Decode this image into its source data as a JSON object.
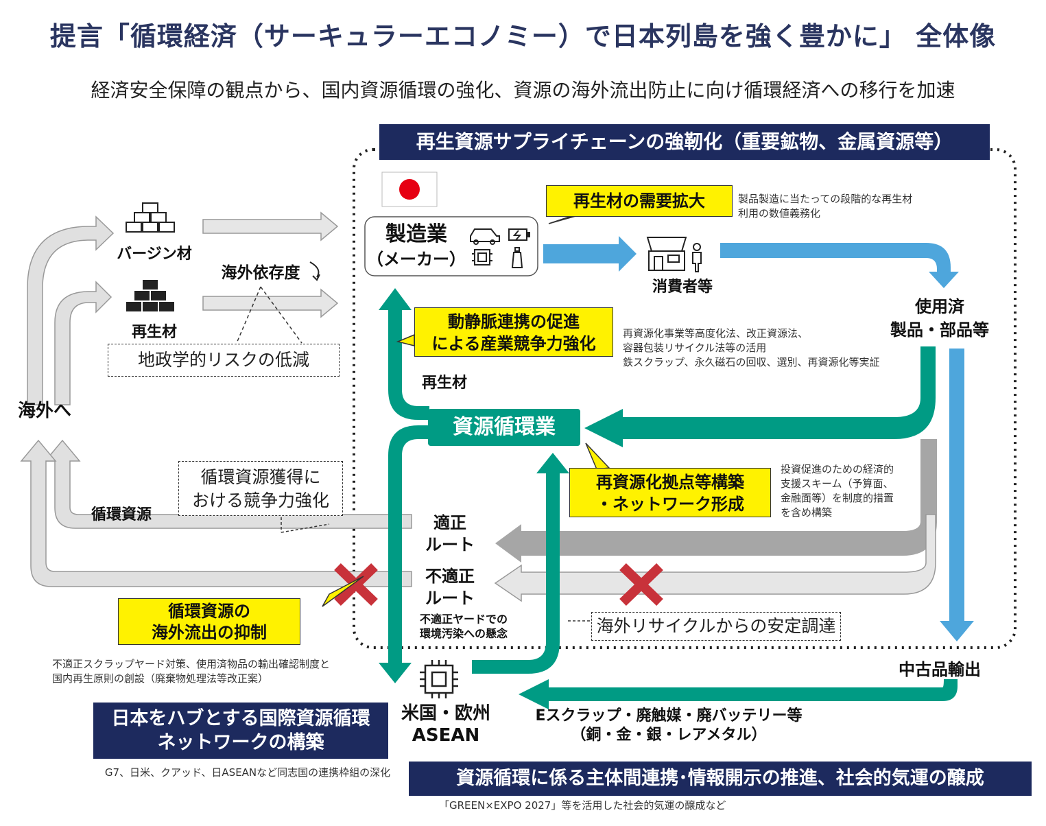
{
  "title": "提言「循環経済（サーキュラーエコノミー）で日本列島を強く豊かに」 全体像",
  "subtitle": "経済安全保障の観点から、国内資源循環の強化、資源の海外流出防止に向け循環経済への移行を加速",
  "supply_chain_band": "再生資源サプライチェーンの強靭化（重要鉱物、金属資源等）",
  "left": {
    "virgin": "バージン材",
    "recycled": "再生材",
    "dependency": "海外依存度",
    "geopolitical": "地政学的リスクの低減",
    "overseas": "海外へ",
    "circular_resources": "循環資源",
    "competitiveness_line1": "循環資源獲得に",
    "competitiveness_line2": "おける競争力強化",
    "outflow_line1": "循環資源の",
    "outflow_line2": "海外流出の抑制",
    "outflow_note_line1": "不適正スクラップヤード対策、使用済物品の輸出確認制度と",
    "outflow_note_line2": "国内再生原則の創設（廃棄物処理法等改正案）"
  },
  "japan": {
    "manufacturing_line1": "製造業",
    "manufacturing_line2": "（メーカー）",
    "demand": "再生材の需要拡大",
    "demand_note_line1": "製品製造に当たっての段階的な再生材",
    "demand_note_line2": "利用の数値義務化",
    "consumers": "消費者等",
    "used_line1": "使用済",
    "used_line2": "製品・部品等",
    "linkage_line1": "動静脈連携の促進",
    "linkage_line2": "による産業競争力強化",
    "linkage_note_line1": "再資源化事業等高度化法、改正資源法、",
    "linkage_note_line2": "容器包装リサイクル法等の活用",
    "linkage_note_line3": "鉄スクラップ、永久磁石の回収、選別、再資源化等実証",
    "recycled_material": "再生材",
    "recycling_industry": "資源循環業",
    "hub_line1": "再資源化拠点等構築",
    "hub_line2": "・ネットワーク形成",
    "hub_note_line1": "投資促進のための経済的",
    "hub_note_line2": "支援スキーム（予算面、",
    "hub_note_line3": "金融面等）を制度的措置",
    "hub_note_line4": "を含め構築",
    "proper_route_line1": "適正",
    "proper_route_line2": "ルート",
    "improper_route_line1": "不適正",
    "improper_route_line2": "ルート",
    "improper_note_line1": "不適正ヤードでの",
    "improper_note_line2": "環境汚染への懸念",
    "overseas_recycling": "海外リサイクルからの安定調達"
  },
  "bottom": {
    "used_export": "中古品輸出",
    "regions_line1": "米国・欧州",
    "regions_line2": "ASEAN",
    "escrap_line1": "Eスクラップ・廃触媒・廃バッテリー等",
    "escrap_line2": "（銅・金・銀・レアメタル）",
    "network_line1": "日本をハブとする国際資源循環",
    "network_line2": "ネットワークの構築",
    "network_note": "G7、日米、クアッド、日ASEANなど同志国の連携枠組の深化",
    "cooperation": "資源循環に係る主体間連携･情報開示の推進、社会的気運の醸成",
    "cooperation_note": "「GREEN×EXPO 2027」等を活用した社会的気運の醸成など"
  },
  "colors": {
    "navy": "#1d2a5e",
    "teal": "#009b84",
    "blue": "#4ea6dc",
    "yellow": "#fff200",
    "gray": "#a6a6a6",
    "red": "#c8323a"
  }
}
